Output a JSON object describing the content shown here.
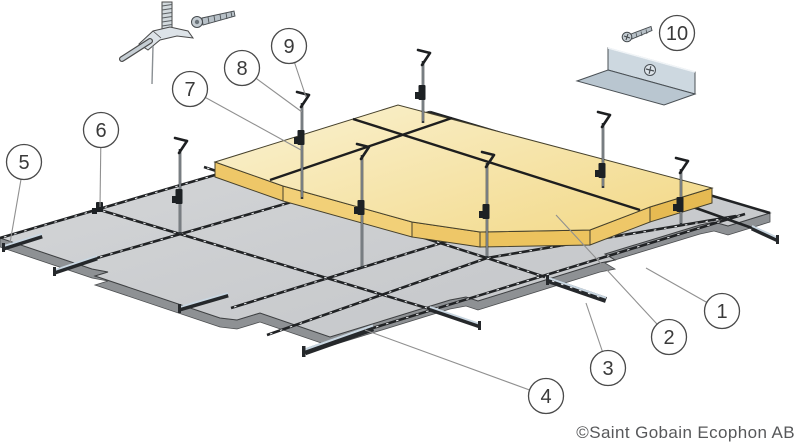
{
  "diagram": {
    "title": "suspended-ceiling-installation-diagram",
    "callouts": [
      {
        "label": "1"
      },
      {
        "label": "2"
      },
      {
        "label": "3"
      },
      {
        "label": "4"
      },
      {
        "label": "5"
      },
      {
        "label": "6"
      },
      {
        "label": "7"
      },
      {
        "label": "8"
      },
      {
        "label": "9"
      },
      {
        "label": "10"
      }
    ],
    "copyright": "©Saint Gobain Ecophon AB",
    "colors": {
      "tile_top": "#cdced1",
      "tile_edge": "#8e9194",
      "runner_dark": "#212325",
      "runner_blue": "#c9d7e2",
      "insulation_top": "#f7e8b4",
      "insulation_side": "#eec768",
      "metal_light": "#cdd8e0",
      "callout_stroke": "#4a4a4a",
      "leader": "#909090",
      "text": "#57585a"
    }
  }
}
